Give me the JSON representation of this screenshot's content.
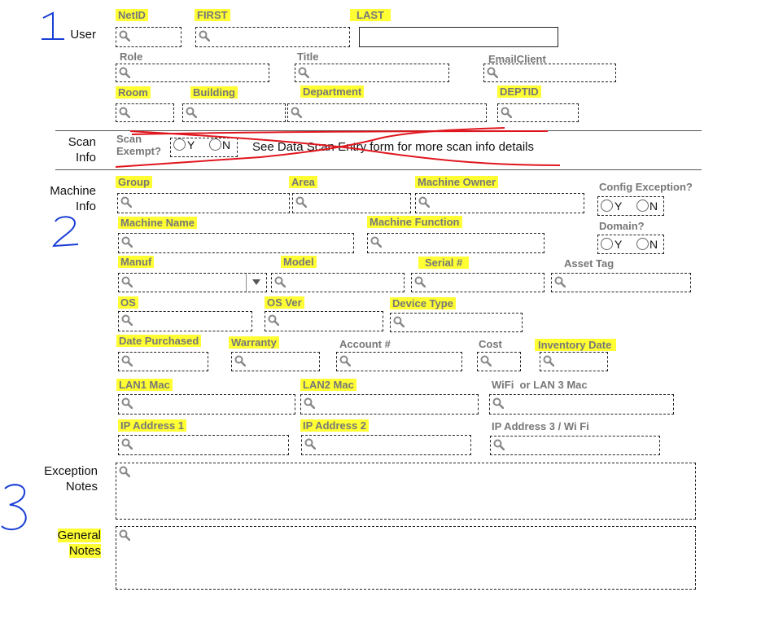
{
  "sections": {
    "user": "User",
    "scan_info_1": "Scan",
    "scan_info_2": "Info",
    "machine_info_1": "Machine",
    "machine_info_2": "Info",
    "exception_notes_1": "Exception",
    "exception_notes_2": "Notes",
    "general_notes_1": "General",
    "general_notes_2": "Notes"
  },
  "labels": {
    "netid": "NetID",
    "first": "FIRST",
    "last": "LAST",
    "role": "Role",
    "title": "Title",
    "emailclient": "EmailClient",
    "room": "Room",
    "building": "Building",
    "department": "Department",
    "deptid": "DEPTID",
    "scan_exempt_1": "Scan",
    "scan_exempt_2": "Exempt?",
    "scan_note": "See Data Scan Entry form for more scan info details",
    "group": "Group",
    "area": "Area",
    "machine_owner": "Machine Owner",
    "config_exception": "Config Exception?",
    "machine_name": "Machine Name",
    "machine_function": "Machine Function",
    "domain": "Domain?",
    "manuf": "Manuf",
    "model": "Model",
    "serial": "Serial #",
    "asset_tag": "Asset Tag",
    "os": "OS",
    "os_ver": "OS Ver",
    "device_type": "Device Type",
    "date_purchased": "Date Purchased",
    "warranty": "Warranty",
    "account": "Account #",
    "cost": "Cost",
    "inventory_date": "Inventory Date",
    "lan1_mac": "LAN1 Mac",
    "lan2_mac": "LAN2 Mac",
    "wifi_lan3_mac": "WiFi  or LAN 3 Mac",
    "ip1": "IP Address 1",
    "ip2": "IP Address 2",
    "ip3": "IP Address 3 / Wi Fi"
  },
  "radio": {
    "yes": "Y",
    "no": "N"
  },
  "annotations": [
    "1",
    "2",
    "3"
  ],
  "colors": {
    "highlight": "#ffff33",
    "ink_blue": "#1a3fd6",
    "ink_red": "#e0161e"
  },
  "icons": {
    "lookup": "magnifier-icon",
    "dropdown": "triangle-down-icon"
  }
}
